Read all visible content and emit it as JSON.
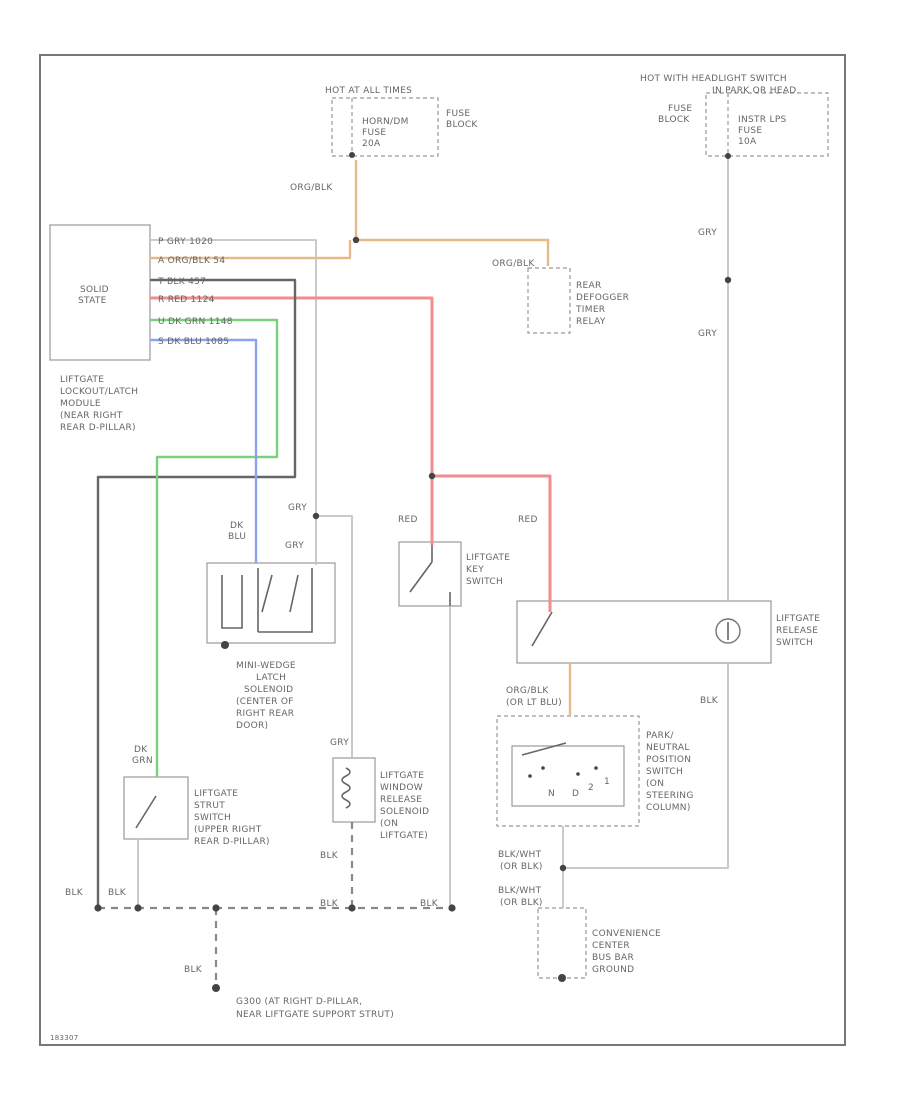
{
  "labels": {
    "hot_at_all_times": "HOT AT ALL TIMES",
    "horn_fuse": [
      "HORN/DM",
      "FUSE",
      "20A"
    ],
    "fuse_block_1": [
      "FUSE",
      "BLOCK"
    ],
    "hot_headlight": [
      "HOT WITH HEADLIGHT SWITCH",
      "IN PARK OR HEAD"
    ],
    "fuse_block_2": [
      "FUSE",
      "BLOCK"
    ],
    "interior_fuse": [
      "INSTR LPS",
      "FUSE",
      "10A"
    ],
    "org_blk_top": "ORG/BLK",
    "solid_state": [
      "SOLID",
      "STATE"
    ],
    "module_pins": [
      "P GRY 1020",
      "A ORG/BLK 54",
      "T BLK 457",
      "R RED 1124",
      "U DK GRN 1148",
      "S DK BLU 1085"
    ],
    "org_blk_relay": "ORG/BLK",
    "rear_defogger": [
      "REAR",
      "DEFOGGER",
      "TIMER",
      "RELAY"
    ],
    "gry_right_1": "GRY",
    "gry_right_2": "GRY",
    "module_name": [
      "LIFTGATE",
      "LOCKOUT/LATCH",
      "MODULE",
      "(NEAR RIGHT",
      "REAR D-PILLAR)"
    ],
    "gry_mid": "GRY",
    "dk_blu": [
      "DK",
      "BLU"
    ],
    "gry_latch": "GRY",
    "red_left": "RED",
    "red_right": "RED",
    "key_switch": [
      "LIFTGATE",
      "KEY",
      "SWITCH"
    ],
    "release_switch": [
      "LIFTGATE",
      "RELEASE",
      "SWITCH"
    ],
    "latch_solenoid": [
      "MINI-WEDGE",
      "LATCH",
      "SOLENOID",
      "(CENTER OF",
      "RIGHT REAR",
      "DOOR)"
    ],
    "blk_release": "BLK",
    "org_blk_pnp": [
      "ORG/BLK",
      "(OR LT BLU)"
    ],
    "park_neutral": [
      "PARK/",
      "NEUTRAL",
      "POSITION",
      "SWITCH",
      "(ON",
      "STEERING",
      "COLUMN)"
    ],
    "pnp_letters": [
      "N",
      "D",
      "2",
      "1"
    ],
    "gry_window": "GRY",
    "window_solenoid": [
      "LIFTGATE",
      "WINDOW",
      "RELEASE",
      "SOLENOID",
      "(ON",
      "LIFTGATE)"
    ],
    "dk_grn": [
      "DK",
      "GRN"
    ],
    "strut_switch": [
      "LIFTGATE",
      "STRUT",
      "SWITCH",
      "(UPPER RIGHT",
      "REAR D-PILLAR)"
    ],
    "blk_solenoid": "BLK",
    "blk_wht_1": [
      "BLK/WHT",
      "(OR BLK)"
    ],
    "blk_wht_2": [
      "BLK/WHT",
      "(OR BLK)"
    ],
    "blk_1": "BLK",
    "blk_2": "BLK",
    "blk_3": "BLK",
    "blk_4": "BLK",
    "blk_ground": "BLK",
    "convenience_center": [
      "CONVENIENCE",
      "CENTER",
      "BUS BAR",
      "GROUND"
    ],
    "ground_note": [
      "G300 (AT RIGHT D-PILLAR,",
      "NEAR LIFTGATE SUPPORT STRUT)"
    ],
    "diagram_id": "183307"
  },
  "colors": {
    "gry": "#c4c4c4",
    "org": "#e7b989",
    "red": "#f08d8d",
    "grn": "#7bd17b",
    "blu": "#8aa3ea",
    "blk": "#666666"
  }
}
